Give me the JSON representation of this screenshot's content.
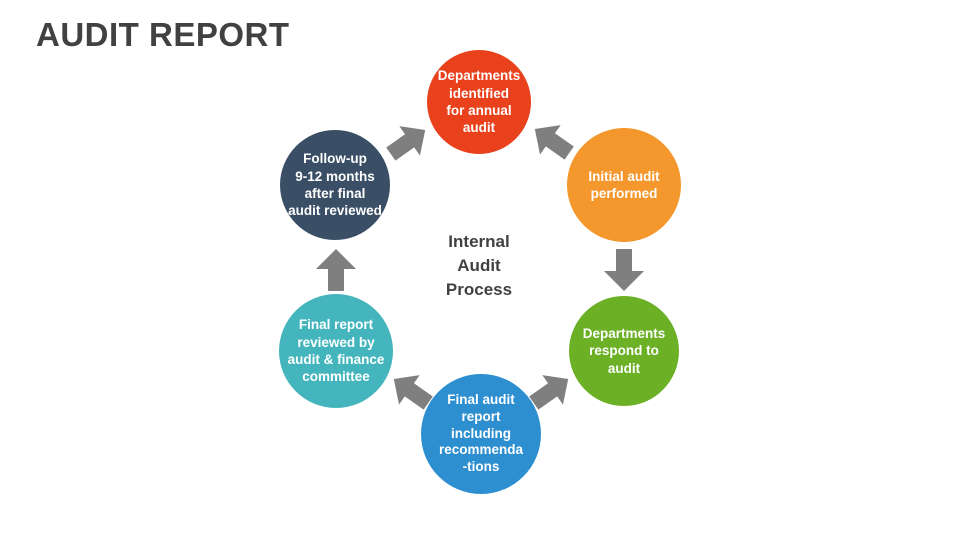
{
  "title": "AUDIT REPORT",
  "center": {
    "caption": "Internal\nAudit\nProcess",
    "color": "#414141"
  },
  "colors": {
    "background": "#FFFFFF",
    "title": "#414141",
    "arrow": "#7F7F7F",
    "node_red": "#E8411C",
    "node_orange": "#F4972C",
    "node_green": "#6CB026",
    "node_blue": "#2E8FD0",
    "node_teal": "#45B5BD",
    "node_navy": "#3A4E66"
  },
  "diagram": {
    "type": "cycle",
    "steps": [
      {
        "order": 1,
        "label": "Departments\nidentified\nfor annual\naudit",
        "color": "#E8411C"
      },
      {
        "order": 2,
        "label": "Initial audit\nperformed",
        "color": "#F4972C"
      },
      {
        "order": 3,
        "label": "Departments\nrespond to\naudit",
        "color": "#6CB026"
      },
      {
        "order": 4,
        "label": "Final audit\nreport\nincluding\nrecommenda\n-tions",
        "color": "#2E8FD0"
      },
      {
        "order": 5,
        "label": "Final report\nreviewed by\naudit & finance\ncommittee",
        "color": "#45B5BD"
      },
      {
        "order": 6,
        "label": "Follow-up\n9-12 months\nafter final\naudit reviewed",
        "color": "#3A4E66"
      }
    ],
    "connectors": [
      {
        "from": 1,
        "to": 2,
        "icon": "arrow-down-right-icon"
      },
      {
        "from": 2,
        "to": 3,
        "icon": "arrow-down-icon"
      },
      {
        "from": 3,
        "to": 4,
        "icon": "arrow-down-left-icon"
      },
      {
        "from": 4,
        "to": 5,
        "icon": "arrow-up-left-icon"
      },
      {
        "from": 5,
        "to": 6,
        "icon": "arrow-up-icon"
      },
      {
        "from": 6,
        "to": 1,
        "icon": "arrow-up-right-icon"
      }
    ]
  }
}
